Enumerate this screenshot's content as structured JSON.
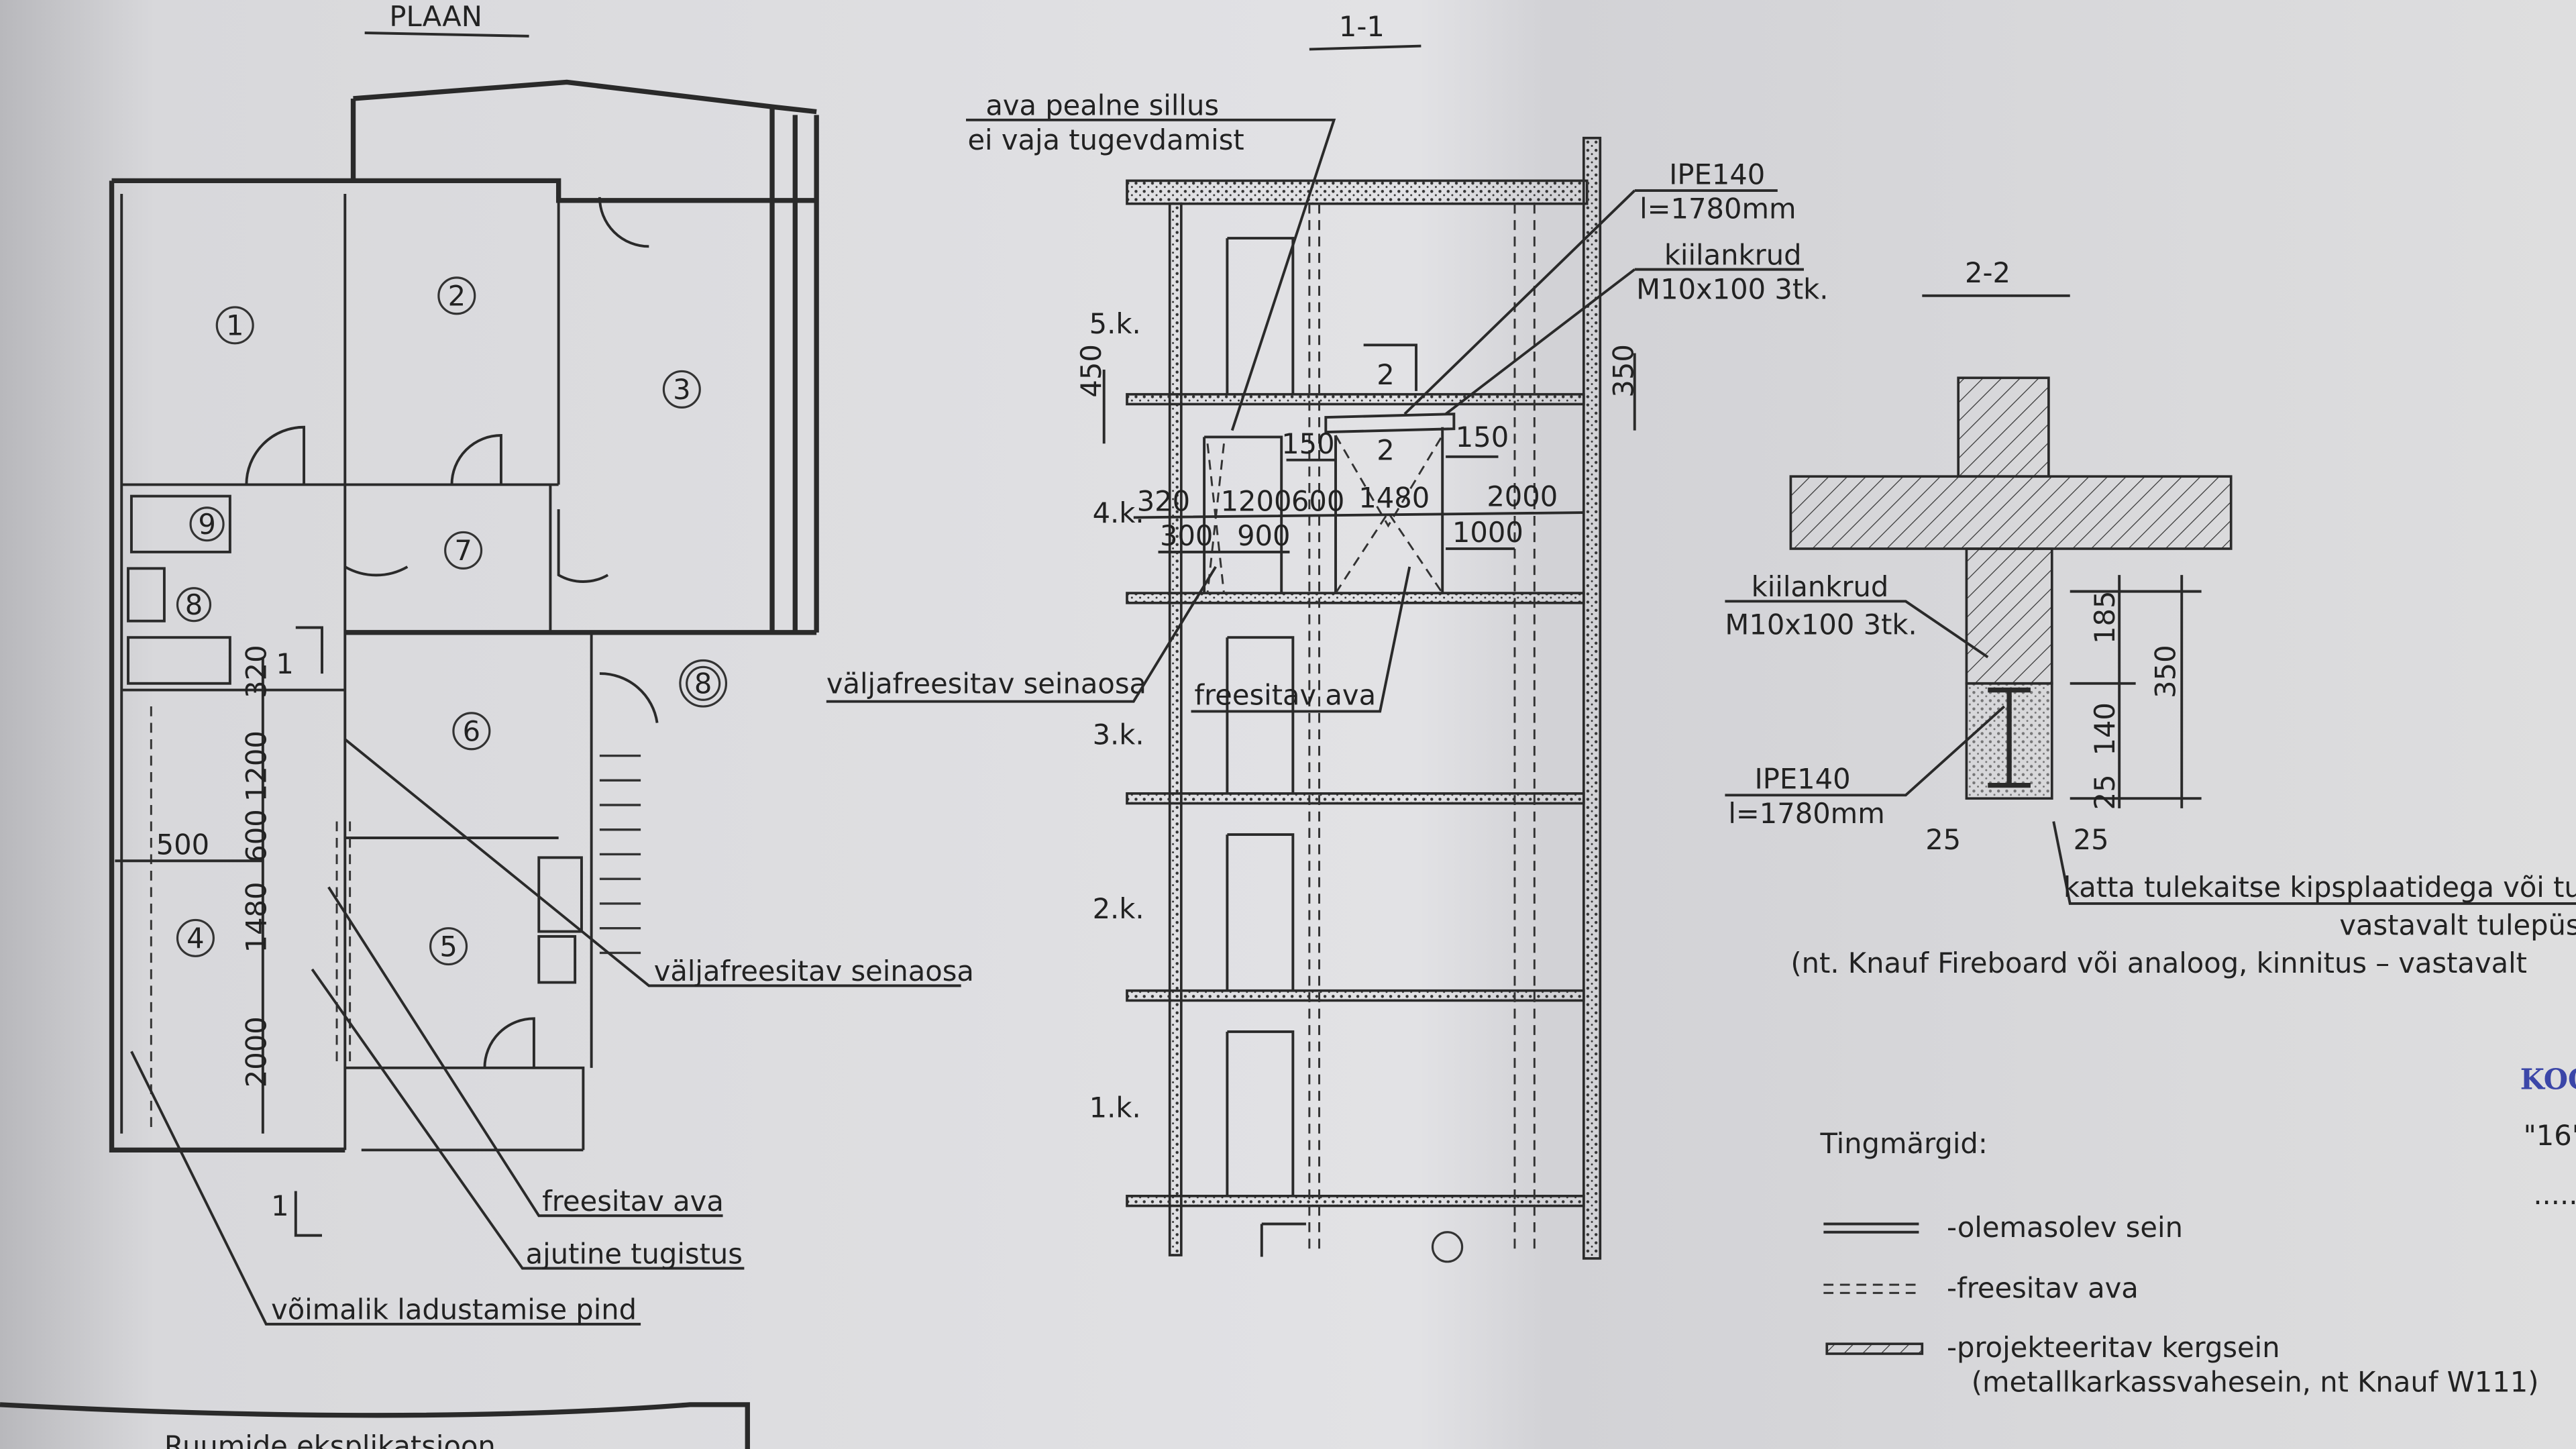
{
  "plan": {
    "title": "PLAAN",
    "rooms": [
      "1",
      "2",
      "3",
      "7",
      "9",
      "8",
      "8",
      "6",
      "4",
      "5"
    ],
    "dims": [
      "320",
      "1200",
      "600",
      "1480",
      "2000",
      "500"
    ],
    "section_mark": "1",
    "callouts": [
      "väljafreesitav seinaosa",
      "freesitav ava",
      "ajutine tugistus",
      "võimalik ladustamise pind"
    ],
    "table_title": "Ruumide eksplikatsioon"
  },
  "section_1_1": {
    "title": "1-1",
    "lintel_note": [
      "ava pealne sillus",
      "ei vaja tugevdamist"
    ],
    "beam": [
      "IPE140",
      "l=1780mm"
    ],
    "anchor": [
      "kiilankrud",
      "M10x100 3tk."
    ],
    "floors": [
      "5.k.",
      "4.k.",
      "3.k.",
      "2.k.",
      "1.k."
    ],
    "dims_top": [
      "450",
      "350",
      "150",
      "150"
    ],
    "section_ref": "2",
    "dims_upper": [
      "320",
      "1200",
      "600",
      "1480",
      "2000"
    ],
    "dims_lower": [
      "300",
      "900",
      "1000"
    ],
    "callouts": [
      "väljafreesitav seinaosa",
      "freesitav ava"
    ]
  },
  "section_2_2": {
    "title": "2-2",
    "anchor": [
      "kiilankrud",
      "M10x100 3tk."
    ],
    "beam": [
      "IPE140",
      "l=1780mm"
    ],
    "dims": [
      "185",
      "350",
      "140",
      "25",
      "25",
      "25"
    ],
    "note": [
      "katta tulekaitse kipsplaatidega või tu",
      "vastavalt tulepüs",
      "(nt. Knauf Fireboard või analoog, kinnitus – vastavalt"
    ]
  },
  "legend": {
    "title": "Tingmärgid:",
    "items": [
      "-olemasolev sein",
      "-freesitav ava",
      "-projekteeritav kergsein"
    ],
    "sub": "(metallkarkassvahesein, nt Knauf W111)"
  },
  "stamp": {
    "word": "KOO",
    "date": "\"16\"",
    "dots": "......"
  },
  "colors": {
    "paper": "#dcdcdf",
    "ink": "#2a2a2a",
    "stamp": "#3b46a8"
  }
}
